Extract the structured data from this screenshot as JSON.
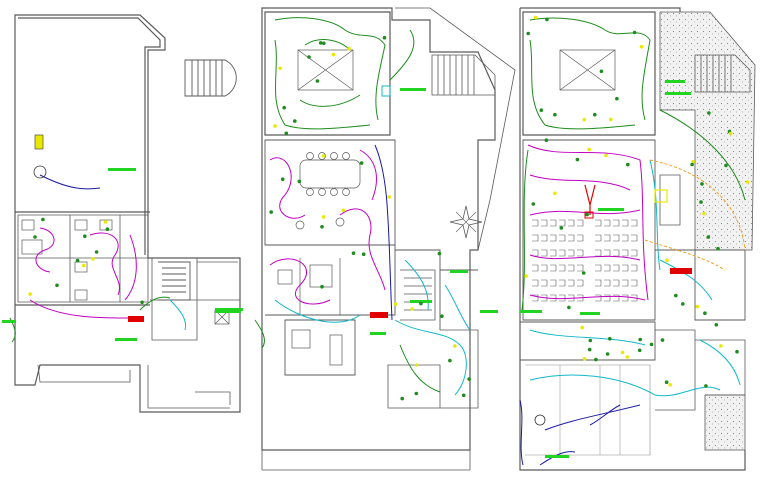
{
  "drawing": {
    "background": "#ffffff",
    "colors": {
      "wall": "#5a5a5a",
      "wall_light": "#8a8a8a",
      "circuit_magenta": "#c200c2",
      "circuit_green": "#1e8c1e",
      "circuit_cyan": "#11b8c9",
      "circuit_blue": "#1a1aa6",
      "label_green": "#21d421",
      "symbol_yellow": "#e9e900",
      "symbol_red": "#e00000",
      "orange_arc": "#f0a020",
      "hatch": "#9a9a9a"
    },
    "sheets": [
      {
        "id": "sheet-1-ground-floor"
      },
      {
        "id": "sheet-2-first-floor"
      },
      {
        "id": "sheet-3-second-floor"
      }
    ],
    "symbols": {
      "north_marker": "compass-star-icon",
      "panel_board": "distribution-board-icon",
      "light_point": "light-fixture-icon",
      "switch_point": "switch-icon"
    }
  }
}
